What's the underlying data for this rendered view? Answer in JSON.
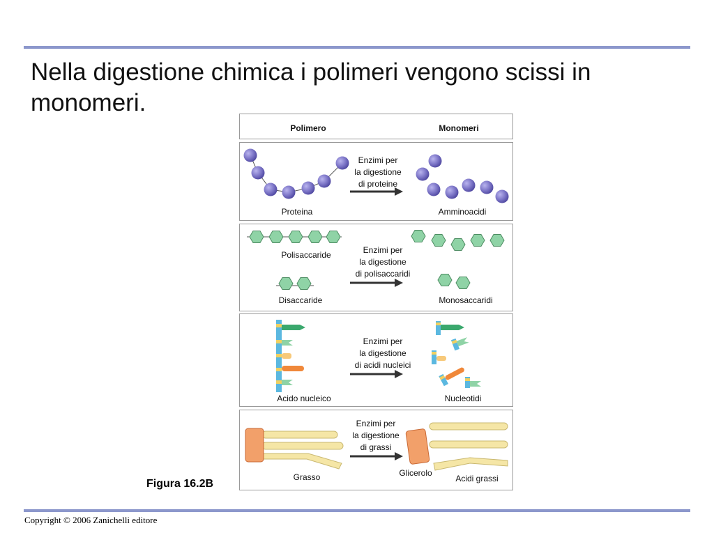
{
  "slide": {
    "title": "Nella digestione chimica i polimeri vengono scissi in monomeri.",
    "figure_label": "Figura 16.2B",
    "copyright": "Copyright © 2006 Zanichelli editore"
  },
  "figure": {
    "header": {
      "polymer": "Polimero",
      "monomers": "Monomeri"
    },
    "proteins": {
      "enzyme_lines": [
        "Enzimi per",
        "la digestione",
        "di proteine"
      ],
      "polymer": "Proteina",
      "monomers": "Amminoacidi"
    },
    "carbohydrates": {
      "enzyme_lines": [
        "Enzimi per",
        "la digestione",
        "di polisaccaridi"
      ],
      "polymer_1": "Polisaccaride",
      "polymer_2": "Disaccaride",
      "monomers": "Monosaccaridi"
    },
    "nucleic_acids": {
      "enzyme_lines": [
        "Enzimi per",
        "la digestione",
        "di acidi nucleici"
      ],
      "polymer": "Acido nucleico",
      "monomers": "Nucleotidi"
    },
    "fats": {
      "enzyme_lines": [
        "Enzimi per",
        "la digestione",
        "di grassi"
      ],
      "polymer": "Grasso",
      "monomer_1": "Glicerolo",
      "monomer_2": "Acidi grassi"
    }
  },
  "colors": {
    "rule": "#8c97cc",
    "amino_acid": "#7f78c9",
    "sugar": "#8fd3a6",
    "nucleotide_blue": "#5bb8e0",
    "nucleotide_green": "#3aa86d",
    "nucleotide_orange": "#f0883a",
    "glycerol": "#f2a06a",
    "fatty_acid": "#f5e6a6"
  }
}
